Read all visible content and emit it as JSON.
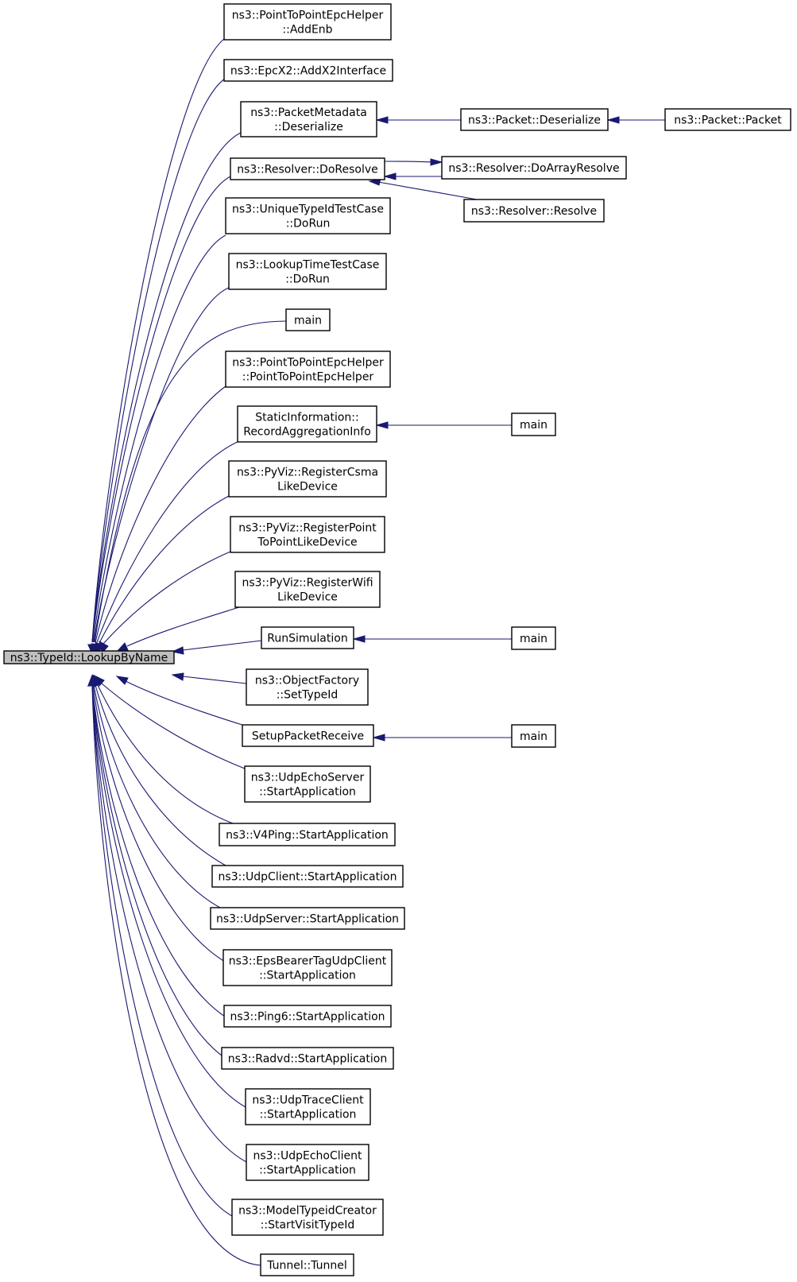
{
  "graph": {
    "root": "ns3::TypeId::LookupByName",
    "nodes": [
      {
        "id": "root",
        "lines": [
          "ns3::TypeId::LookupByName"
        ]
      },
      {
        "id": "add-enb",
        "lines": [
          "ns3::PointToPointEpcHelper",
          "::AddEnb"
        ]
      },
      {
        "id": "add-x2",
        "lines": [
          "ns3::EpcX2::AddX2Interface"
        ]
      },
      {
        "id": "pm-deserialize",
        "lines": [
          "ns3::PacketMetadata",
          "::Deserialize"
        ]
      },
      {
        "id": "packet-deserialize",
        "lines": [
          "ns3::Packet::Deserialize"
        ]
      },
      {
        "id": "packet-packet",
        "lines": [
          "ns3::Packet::Packet"
        ]
      },
      {
        "id": "resolver-doresolve",
        "lines": [
          "ns3::Resolver::DoResolve"
        ]
      },
      {
        "id": "resolver-doarrayresolve",
        "lines": [
          "ns3::Resolver::DoArrayResolve"
        ]
      },
      {
        "id": "resolver-resolve",
        "lines": [
          "ns3::Resolver::Resolve"
        ]
      },
      {
        "id": "unique-typeid-dorun",
        "lines": [
          "ns3::UniqueTypeIdTestCase",
          "::DoRun"
        ]
      },
      {
        "id": "lookup-time-dorun",
        "lines": [
          "ns3::LookupTimeTestCase",
          "::DoRun"
        ]
      },
      {
        "id": "main-1",
        "lines": [
          "main"
        ]
      },
      {
        "id": "p2p-epc-ctor",
        "lines": [
          "ns3::PointToPointEpcHelper",
          "::PointToPointEpcHelper"
        ]
      },
      {
        "id": "record-aggregation",
        "lines": [
          "StaticInformation::",
          "RecordAggregationInfo"
        ]
      },
      {
        "id": "main-2",
        "lines": [
          "main"
        ]
      },
      {
        "id": "register-csma",
        "lines": [
          "ns3::PyViz::RegisterCsma",
          "LikeDevice"
        ]
      },
      {
        "id": "register-p2p",
        "lines": [
          "ns3::PyViz::RegisterPoint",
          "ToPointLikeDevice"
        ]
      },
      {
        "id": "register-wifi",
        "lines": [
          "ns3::PyViz::RegisterWifi",
          "LikeDevice"
        ]
      },
      {
        "id": "run-simulation",
        "lines": [
          "RunSimulation"
        ]
      },
      {
        "id": "main-3",
        "lines": [
          "main"
        ]
      },
      {
        "id": "object-factory-settypeid",
        "lines": [
          "ns3::ObjectFactory",
          "::SetTypeId"
        ]
      },
      {
        "id": "setup-packet-receive",
        "lines": [
          "SetupPacketReceive"
        ]
      },
      {
        "id": "main-4",
        "lines": [
          "main"
        ]
      },
      {
        "id": "udp-echo-server-start",
        "lines": [
          "ns3::UdpEchoServer",
          "::StartApplication"
        ]
      },
      {
        "id": "v4ping-start",
        "lines": [
          "ns3::V4Ping::StartApplication"
        ]
      },
      {
        "id": "udp-client-start",
        "lines": [
          "ns3::UdpClient::StartApplication"
        ]
      },
      {
        "id": "udp-server-start",
        "lines": [
          "ns3::UdpServer::StartApplication"
        ]
      },
      {
        "id": "eps-bearer-start",
        "lines": [
          "ns3::EpsBearerTagUdpClient",
          "::StartApplication"
        ]
      },
      {
        "id": "ping6-start",
        "lines": [
          "ns3::Ping6::StartApplication"
        ]
      },
      {
        "id": "radvd-start",
        "lines": [
          "ns3::Radvd::StartApplication"
        ]
      },
      {
        "id": "udp-trace-client-start",
        "lines": [
          "ns3::UdpTraceClient",
          "::StartApplication"
        ]
      },
      {
        "id": "udp-echo-client-start",
        "lines": [
          "ns3::UdpEchoClient",
          "::StartApplication"
        ]
      },
      {
        "id": "model-typeid-creator",
        "lines": [
          "ns3::ModelTypeidCreator",
          "::StartVisitTypeId"
        ]
      },
      {
        "id": "tunnel-tunnel",
        "lines": [
          "Tunnel::Tunnel"
        ]
      }
    ],
    "edges": [
      {
        "from": "add-enb",
        "to": "root"
      },
      {
        "from": "add-x2",
        "to": "root"
      },
      {
        "from": "pm-deserialize",
        "to": "root"
      },
      {
        "from": "packet-deserialize",
        "to": "pm-deserialize"
      },
      {
        "from": "packet-packet",
        "to": "packet-deserialize"
      },
      {
        "from": "resolver-doresolve",
        "to": "root"
      },
      {
        "from": "resolver-doarrayresolve",
        "to": "resolver-doresolve"
      },
      {
        "from": "resolver-doresolve",
        "to": "resolver-doarrayresolve"
      },
      {
        "from": "resolver-resolve",
        "to": "resolver-doresolve"
      },
      {
        "from": "unique-typeid-dorun",
        "to": "root"
      },
      {
        "from": "lookup-time-dorun",
        "to": "root"
      },
      {
        "from": "main-1",
        "to": "root"
      },
      {
        "from": "p2p-epc-ctor",
        "to": "root"
      },
      {
        "from": "record-aggregation",
        "to": "root"
      },
      {
        "from": "main-2",
        "to": "record-aggregation"
      },
      {
        "from": "register-csma",
        "to": "root"
      },
      {
        "from": "register-p2p",
        "to": "root"
      },
      {
        "from": "register-wifi",
        "to": "root"
      },
      {
        "from": "run-simulation",
        "to": "root"
      },
      {
        "from": "main-3",
        "to": "run-simulation"
      },
      {
        "from": "object-factory-settypeid",
        "to": "root"
      },
      {
        "from": "setup-packet-receive",
        "to": "root"
      },
      {
        "from": "main-4",
        "to": "setup-packet-receive"
      },
      {
        "from": "udp-echo-server-start",
        "to": "root"
      },
      {
        "from": "v4ping-start",
        "to": "root"
      },
      {
        "from": "udp-client-start",
        "to": "root"
      },
      {
        "from": "udp-server-start",
        "to": "root"
      },
      {
        "from": "eps-bearer-start",
        "to": "root"
      },
      {
        "from": "ping6-start",
        "to": "root"
      },
      {
        "from": "radvd-start",
        "to": "root"
      },
      {
        "from": "udp-trace-client-start",
        "to": "root"
      },
      {
        "from": "udp-echo-client-start",
        "to": "root"
      },
      {
        "from": "model-typeid-creator",
        "to": "root"
      },
      {
        "from": "tunnel-tunnel",
        "to": "root"
      }
    ]
  },
  "colors": {
    "edge": "#191970",
    "root_fill": "#bfbfbf",
    "node_fill": "#ffffff",
    "node_border": "#000000"
  }
}
